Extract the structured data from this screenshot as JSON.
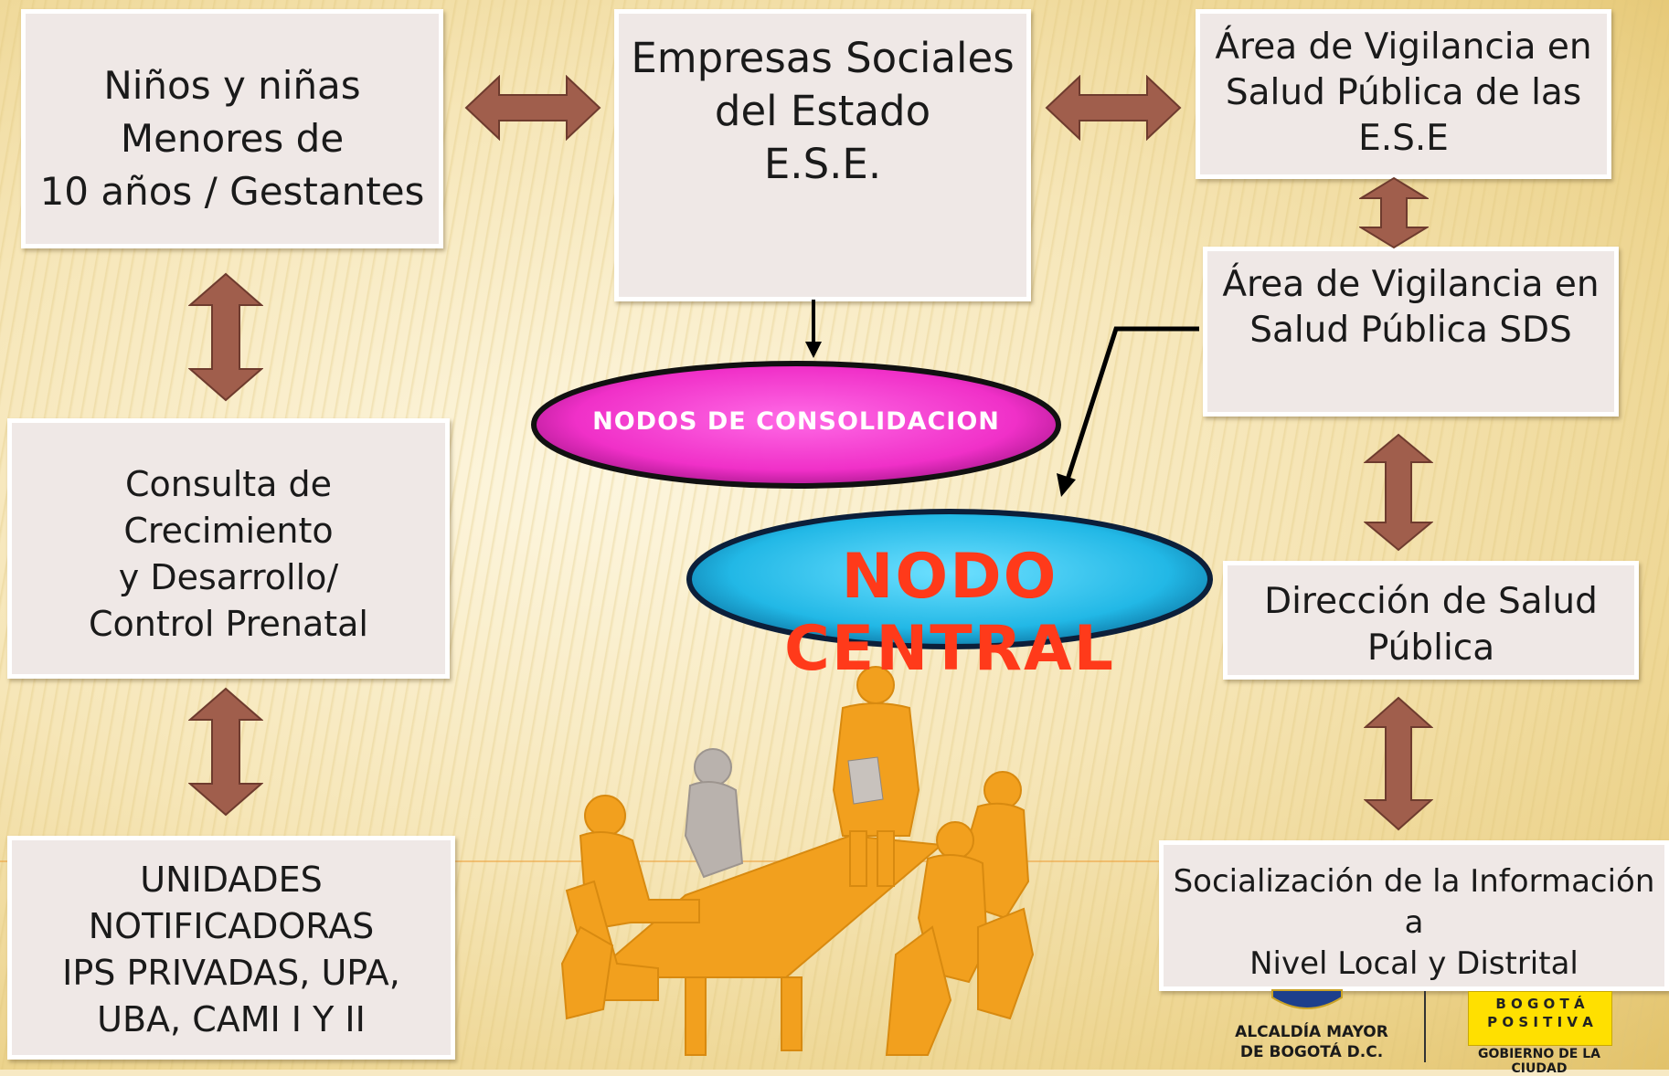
{
  "boxes": {
    "ninos": "Niños y niñas\nMenores de\n10 años / Gestantes",
    "empresas": "Empresas Sociales\ndel Estado\nE.S.E.",
    "area_ese": "Área de Vigilancia en\nSalud Pública de las\nE.S.E",
    "area_sds": "Área de Vigilancia en\nSalud Pública SDS",
    "consulta": "Consulta de\nCrecimiento\ny Desarrollo/\nControl Prenatal",
    "direccion": "Dirección de Salud\nPública",
    "unidades": "UNIDADES\nNOTIFICADORAS\nIPS PRIVADAS, UPA,\nUBA, CAMI I Y II",
    "socializacion": "Socialización de la Información a\nNivel Local y Distrital"
  },
  "nodes": {
    "consolidacion": "NODOS DE CONSOLIDACION",
    "central": "NODO CENTRAL"
  },
  "logos": {
    "alcaldia_line1": "ALCALDÍA MAYOR",
    "alcaldia_line2": "DE BOGOTÁ D.C.",
    "bogota_line1": "B O G O T Á",
    "bogota_line2": "P O S I T I V A",
    "gobierno": "GOBIERNO DE LA CIUDAD"
  },
  "colors": {
    "arrow_fill": "#a05e4c",
    "consolidacion_fill": "#ff3ed8",
    "central_fill": "#22b8e6",
    "central_text": "#ff3a1a",
    "figures": "#f2a01e"
  }
}
